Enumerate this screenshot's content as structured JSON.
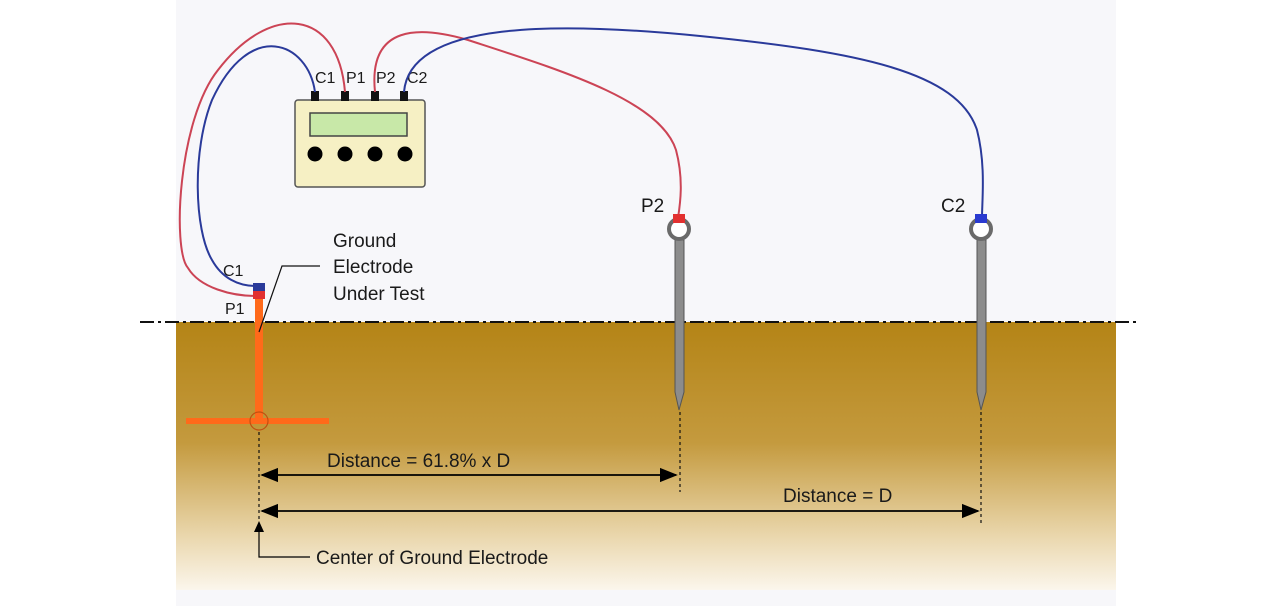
{
  "meter": {
    "terminals": [
      "C1",
      "P1",
      "P2",
      "C2"
    ]
  },
  "electrode": {
    "label_line1": "Ground",
    "label_line2": "Electrode",
    "label_line3": "Under Test",
    "c1_label": "C1",
    "p1_label": "P1"
  },
  "stakes": {
    "p2_label": "P2",
    "c2_label": "C2"
  },
  "dimensions": {
    "p2_distance": "Distance = 61.8% x D",
    "c2_distance": "Distance = D",
    "center_label": "Center of Ground Electrode"
  },
  "colors": {
    "soil": "#b68a1e",
    "meter_body": "#f6f0c4",
    "meter_screen": "#c8e8a8",
    "red_wire": "#cc4455",
    "blue_wire": "#2a3a9a",
    "electrode": "#ff6a1a",
    "stake": "#8c8c8c"
  }
}
